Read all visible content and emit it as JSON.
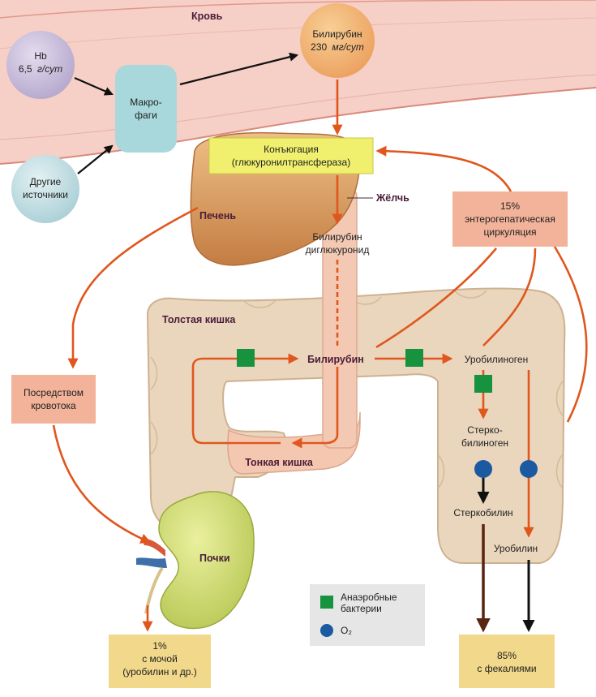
{
  "labels": {
    "blood": "Кровь",
    "hb_line1": "Hb",
    "hb_line2_num": "6,5",
    "hb_line2_unit": "г/сут",
    "other_line1": "Другие",
    "other_line2": "источники",
    "macro_line1": "Макро-",
    "macro_line2": "фаги",
    "bili_line1": "Билирубин",
    "bili_line2_num": "230",
    "bili_line2_unit": "мг/сут",
    "conj_line1": "Конъюгация",
    "conj_line2": "(глюкуронилтрансфераза)",
    "bile": "Жёлчь",
    "liver": "Печень",
    "bdg_line1": "Билирубин",
    "bdg_line2": "диглюкуронид",
    "entero_line1": "15%",
    "entero_line2": "энтерогепатическая",
    "entero_line3": "циркуляция",
    "large_intestine": "Толстая кишка",
    "bilirubin_gut": "Билирубин",
    "urobilinogen": "Уробилиноген",
    "sterco_line1": "Стерко-",
    "sterco_line2": "билиноген",
    "stercobilin": "Стеркобилин",
    "urobilin": "Уробилин",
    "small_intestine": "Тонкая кишка",
    "blood_route_line1": "Посредством",
    "blood_route_line2": "кровотока",
    "kidneys": "Почки",
    "urine_line1": "1%",
    "urine_line2": "с мочой",
    "urine_line3": "(уробилин и др.)",
    "feces_line1": "85%",
    "feces_line2": "с фекалиями",
    "legend_bacteria_line1": "Анаэробные",
    "legend_bacteria_line2": "бактерии",
    "legend_o2": "O₂"
  },
  "colors": {
    "arrow_orange": "#e0561c",
    "arrow_black": "#111111",
    "arrow_brown": "#5a2410",
    "bacteria_green": "#17923e",
    "o2_blue": "#1b5aa0",
    "conjugation_box": "#f0f06e",
    "salmon_box": "#f3b39a",
    "yellow_box": "#f2d88a",
    "legend_bg": "#e6e6e6"
  }
}
